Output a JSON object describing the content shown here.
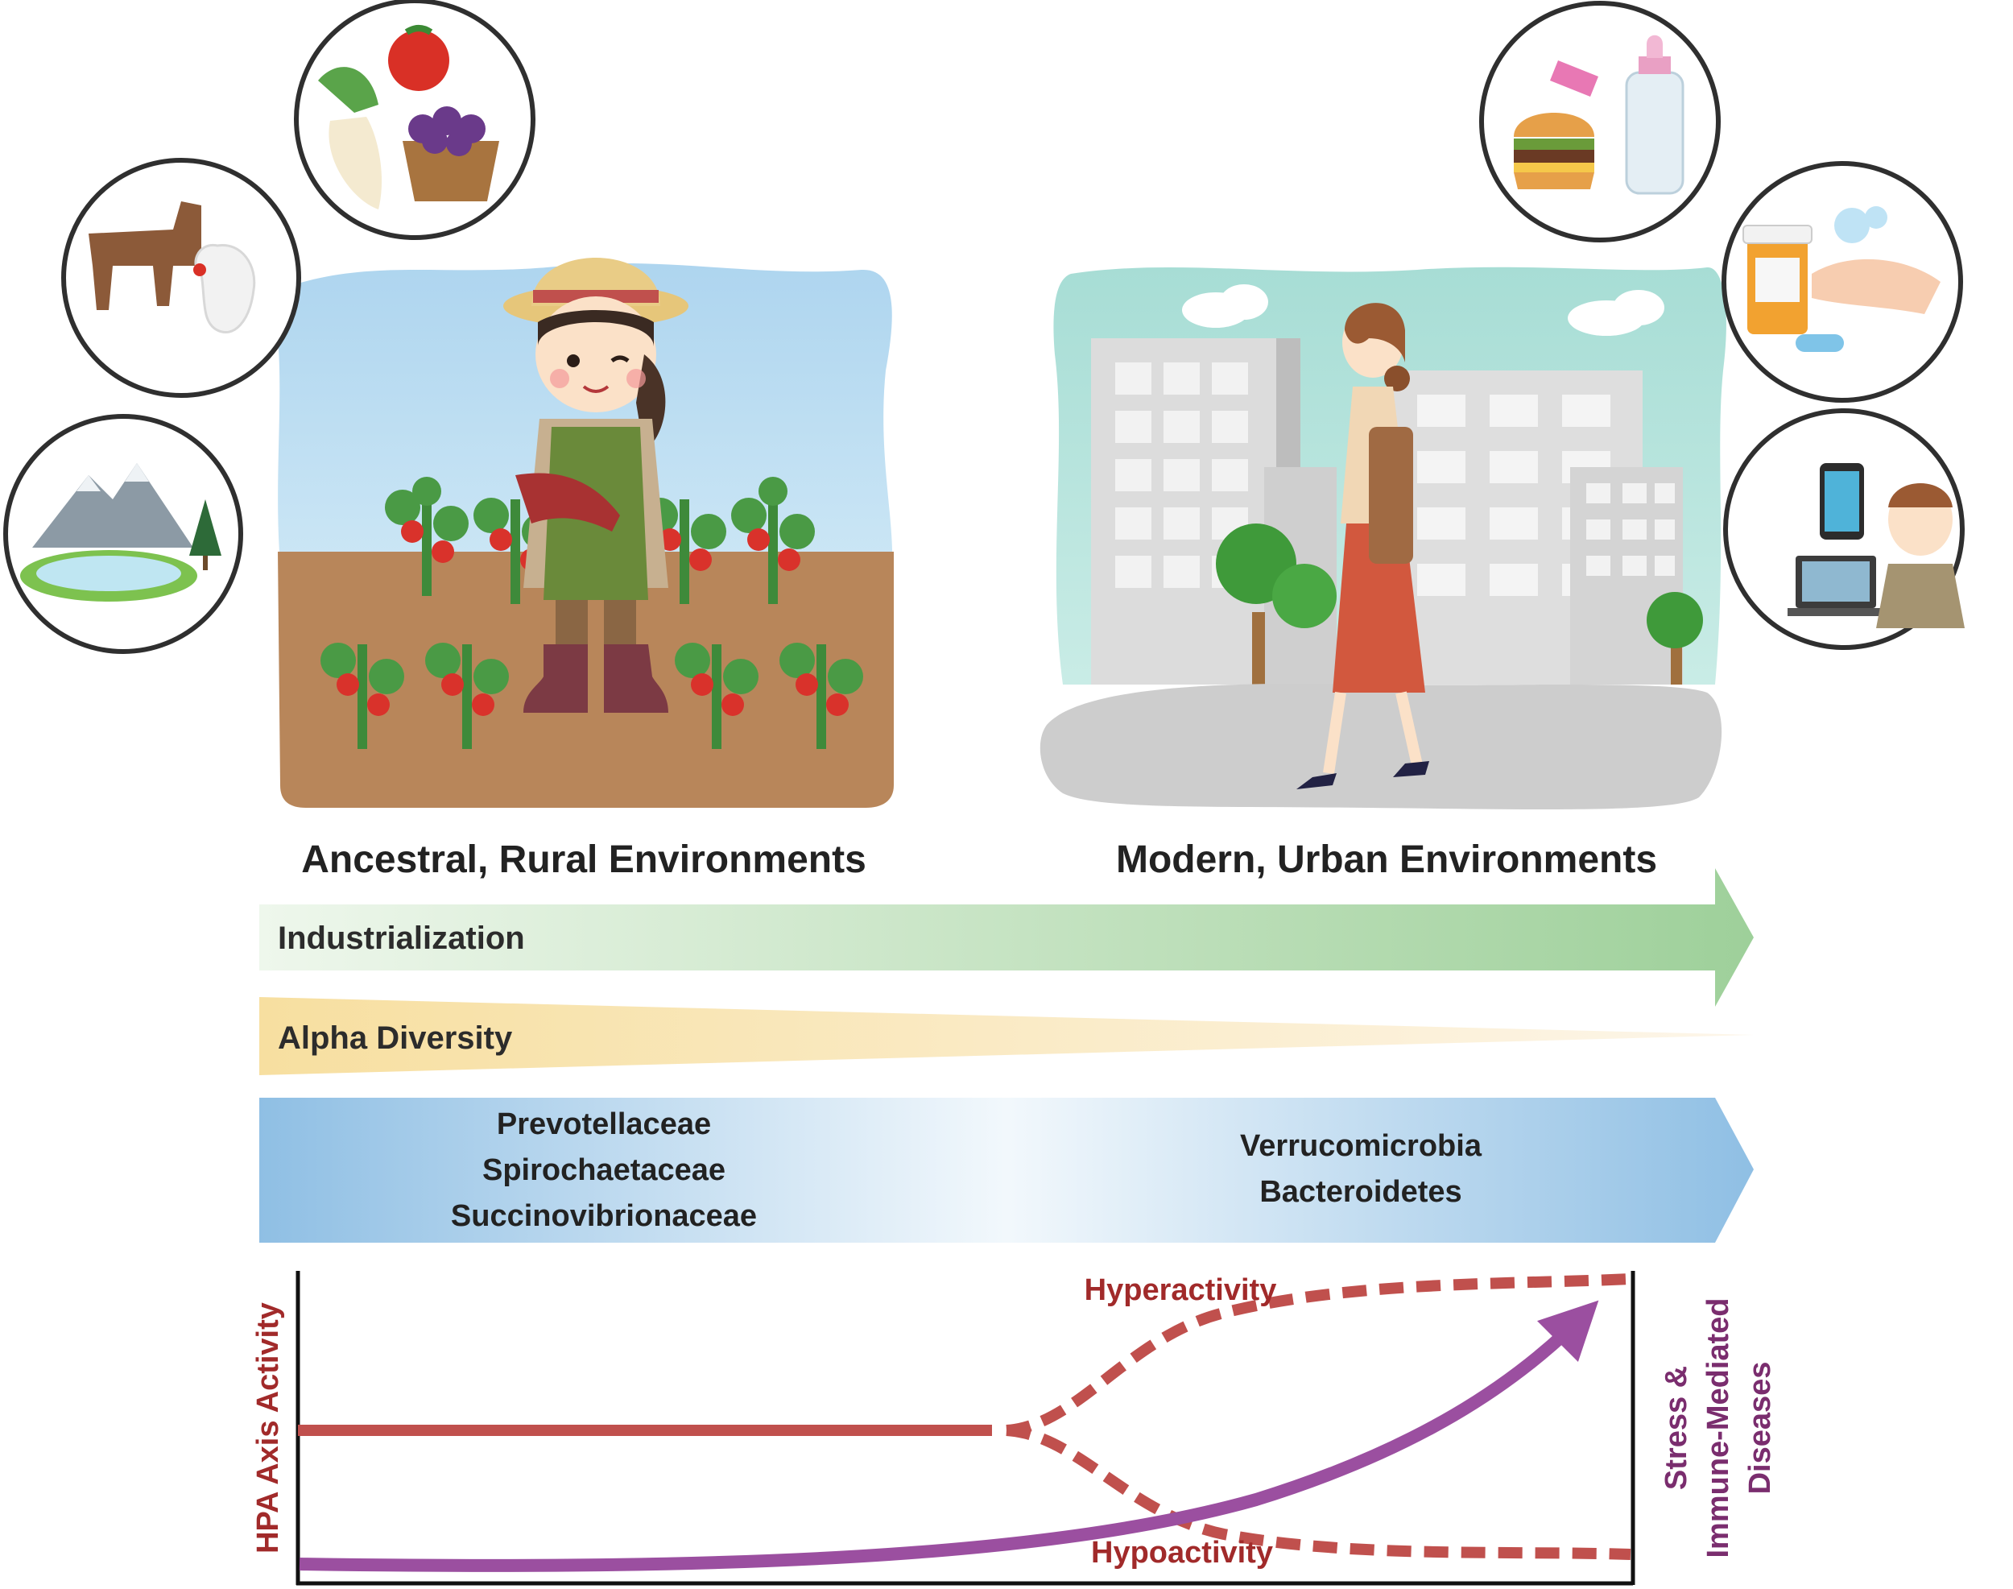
{
  "env_labels": {
    "rural": "Ancestral, Rural Environments",
    "urban": "Modern, Urban Environments"
  },
  "bands": {
    "industrialization": "Industrialization",
    "alpha_diversity": "Alpha Diversity"
  },
  "taxa": {
    "rural": [
      "Prevotellaceae",
      "Spirochaetaceae",
      "Succinovibrionaceae"
    ],
    "urban": [
      "Verrucomicrobia",
      "Bacteroidetes"
    ]
  },
  "graph": {
    "y_axis_label": "HPA Axis Activity",
    "right_label_lines": [
      "Stress &",
      "Immune-Mediated",
      "Diseases"
    ],
    "hyper_label": "Hyperactivity",
    "hypo_label": "Hypoactivity"
  },
  "icons": {
    "rural_circles": [
      "vegetables-fruit-icon",
      "goat-chicken-icon",
      "mountain-lake-icon"
    ],
    "urban_circles": [
      "junk-food-bottle-icon",
      "medication-handwashing-icon",
      "screens-stress-icon"
    ]
  },
  "colors": {
    "green_band": "#a9d6a3",
    "yellow_band": "#f7dfa3",
    "blue_band": "#9cc6e6",
    "hpa_red": "#c0504d",
    "disease_purple": "#9b4fa0",
    "label_red": "#a12a2a",
    "label_purple": "#7a2d6e"
  }
}
